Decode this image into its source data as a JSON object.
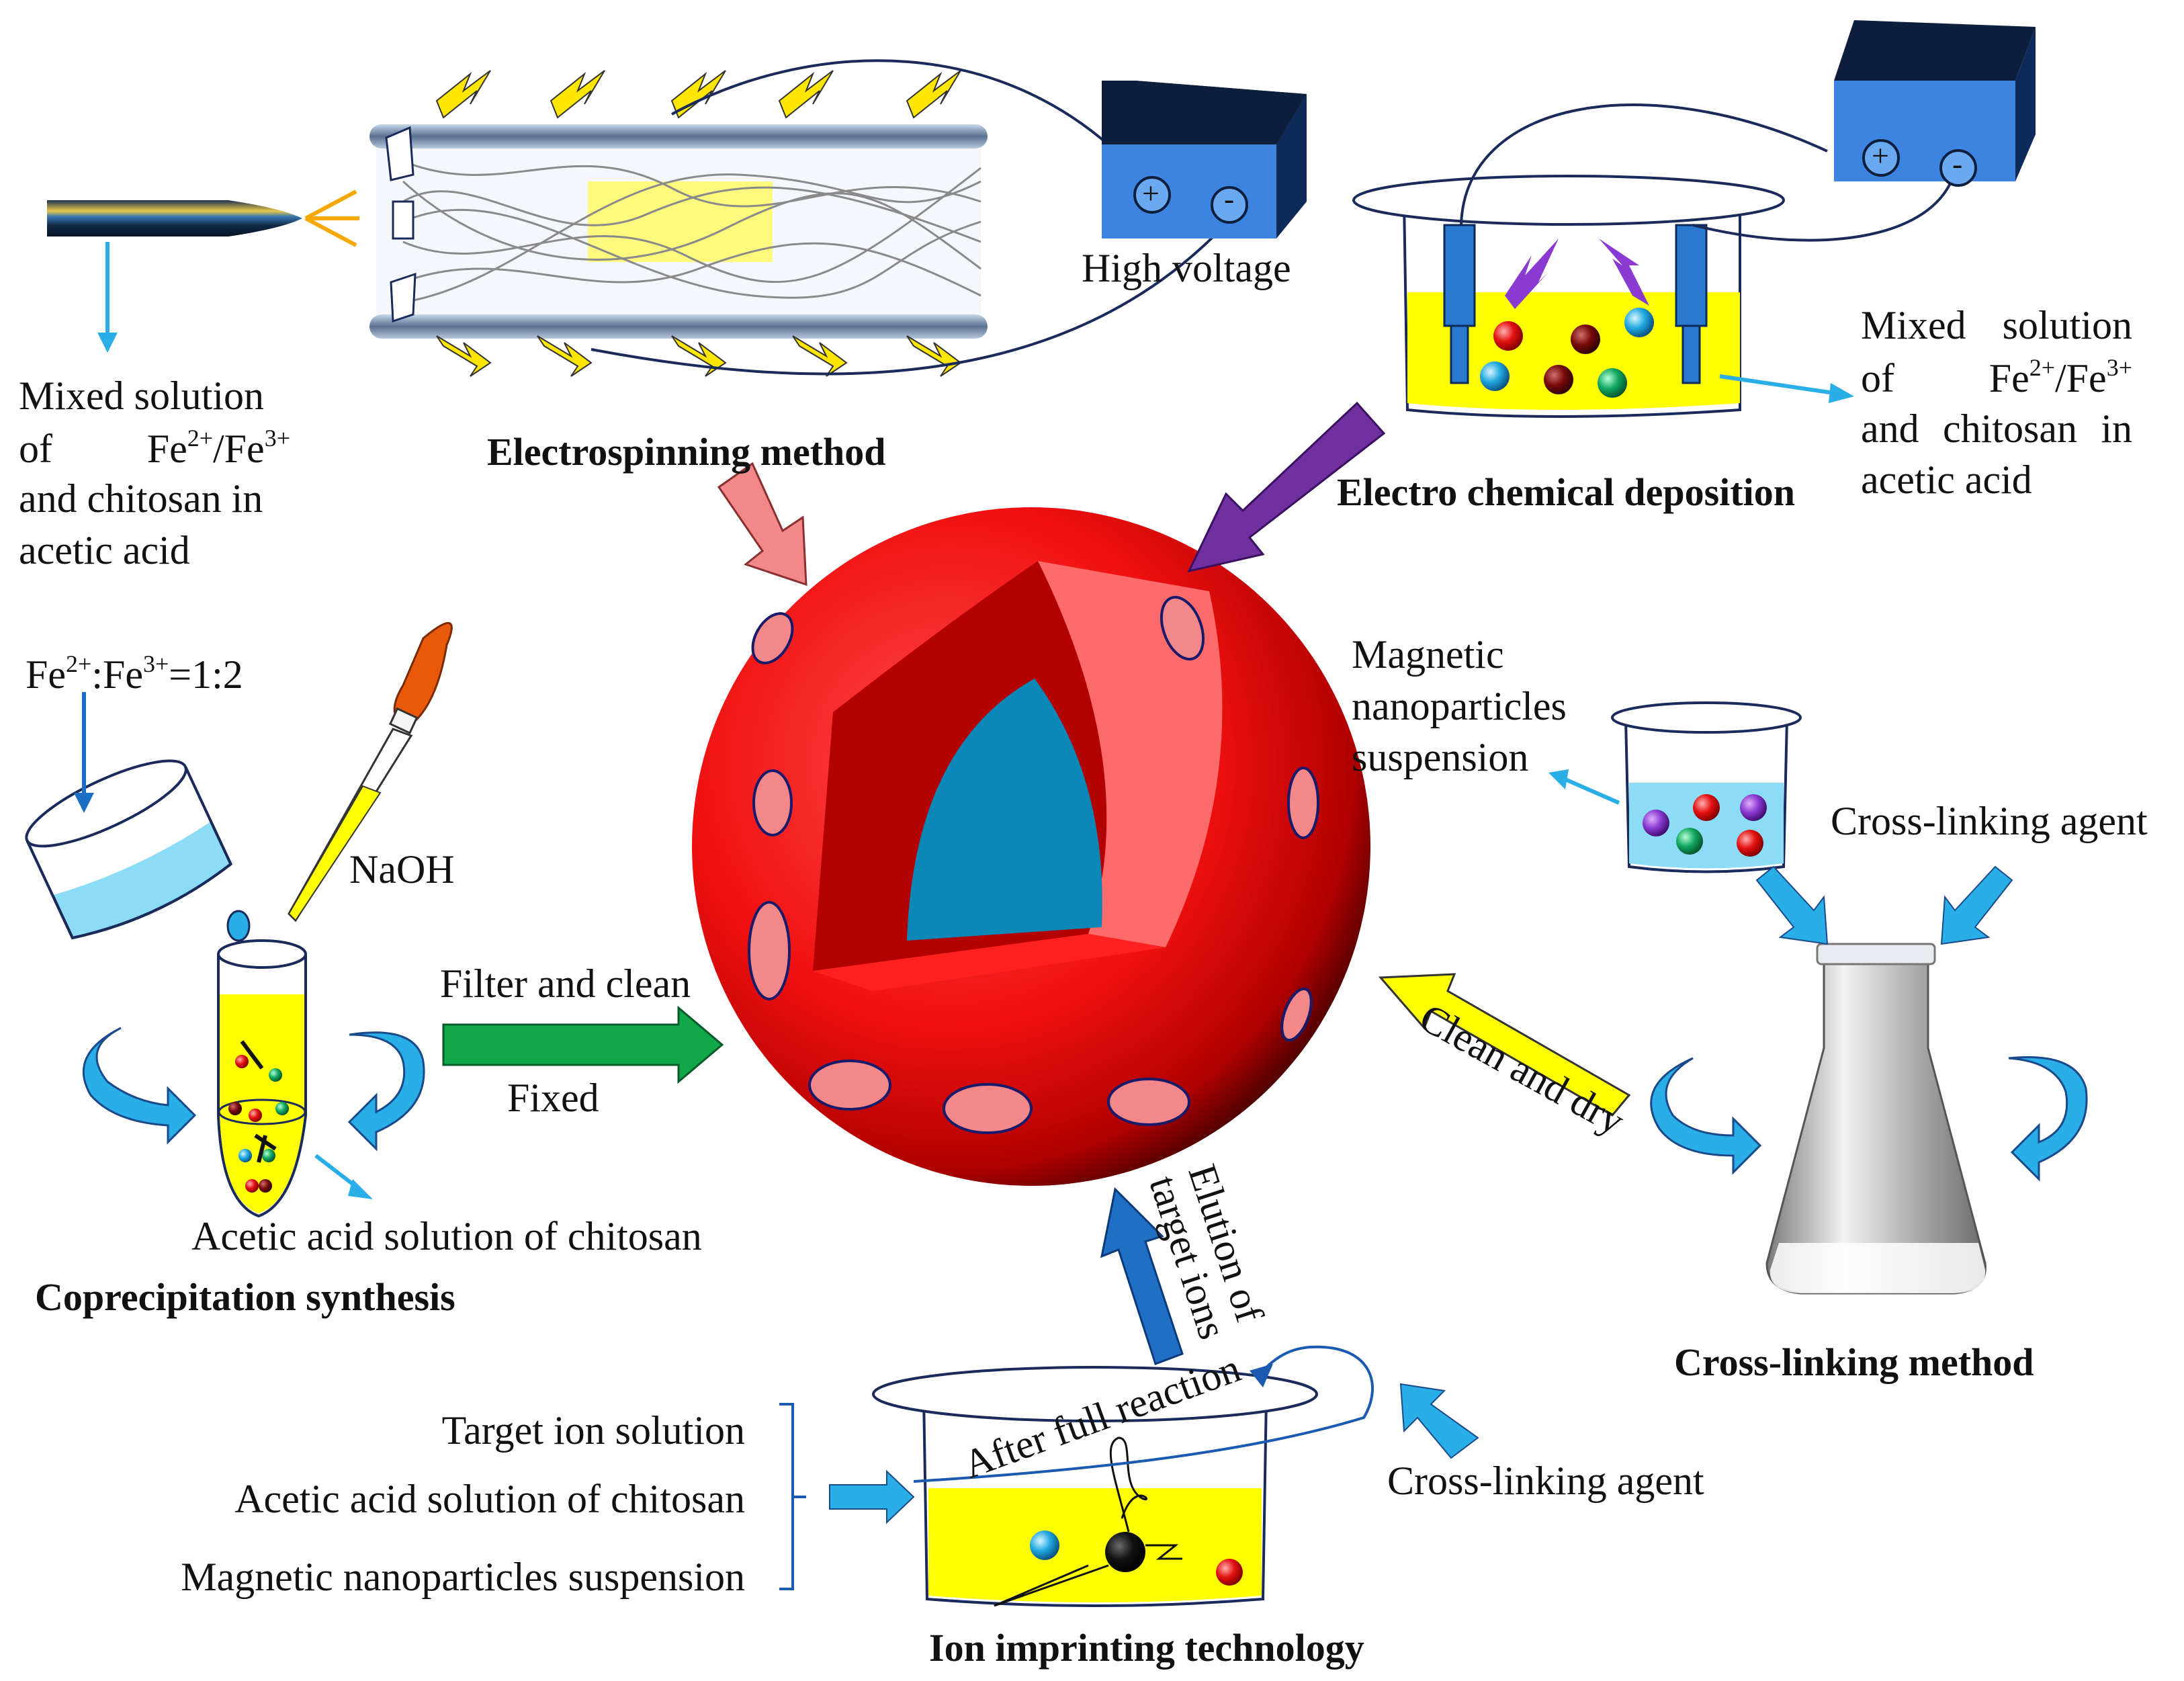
{
  "colors": {
    "sphere_red": "#ff1c1c",
    "core_blue": "#0b87b8",
    "solution_yellow": "#ffff00",
    "arrow_blue": "#29aee8",
    "arrow_dark_blue": "#1f6fc4",
    "arrow_green": "#12a84a",
    "arrow_purple": "#7030a0",
    "arrow_pink": "#f2888a",
    "arrow_yellow": "#ffff00",
    "battery_dark": "#0d1f3c",
    "battery_face": "#3d84e0"
  },
  "electrospinning": {
    "title": "Electrospinning method",
    "high_voltage": "High voltage",
    "solution_lines": [
      "Mixed solution",
      "of Fe²⁺/Fe³⁺",
      "and chitosan in",
      "acetic acid"
    ],
    "battery_plus": "+",
    "battery_minus": "-"
  },
  "electrochemical": {
    "title": "Electro chemical deposition",
    "solution_lines": [
      "Mixed solution",
      "of Fe²⁺/Fe³⁺",
      "and chitosan in",
      "acetic acid"
    ],
    "battery_plus": "+",
    "battery_minus": "-"
  },
  "coprecipitation": {
    "title": "Coprecipitation synthesis",
    "ratio_fe2": "Fe",
    "ratio_sup2": "2+",
    "ratio_fe3": ":Fe",
    "ratio_sup3": "3+",
    "ratio_end": "=1:2",
    "naoh": "NaOH",
    "chitosan_solution": "Acetic acid solution of chitosan",
    "filter_clean": "Filter and clean",
    "fixed": "Fixed"
  },
  "crosslinking": {
    "title": "Cross-linking method",
    "magnetic_suspension_lines": [
      "Magnetic",
      "nanoparticles",
      "suspension"
    ],
    "agent": "Cross-linking agent",
    "clean_dry": "Clean and dry"
  },
  "ion_imprinting": {
    "title": "Ion imprinting technology",
    "inputs": [
      "Target ion solution",
      "Acetic acid solution of chitosan",
      "Magnetic nanoparticles suspension"
    ],
    "agent": "Cross-linking agent",
    "after_reaction": "After full reaction",
    "elution_line1": "Elution of",
    "elution_line2": "target ions"
  }
}
